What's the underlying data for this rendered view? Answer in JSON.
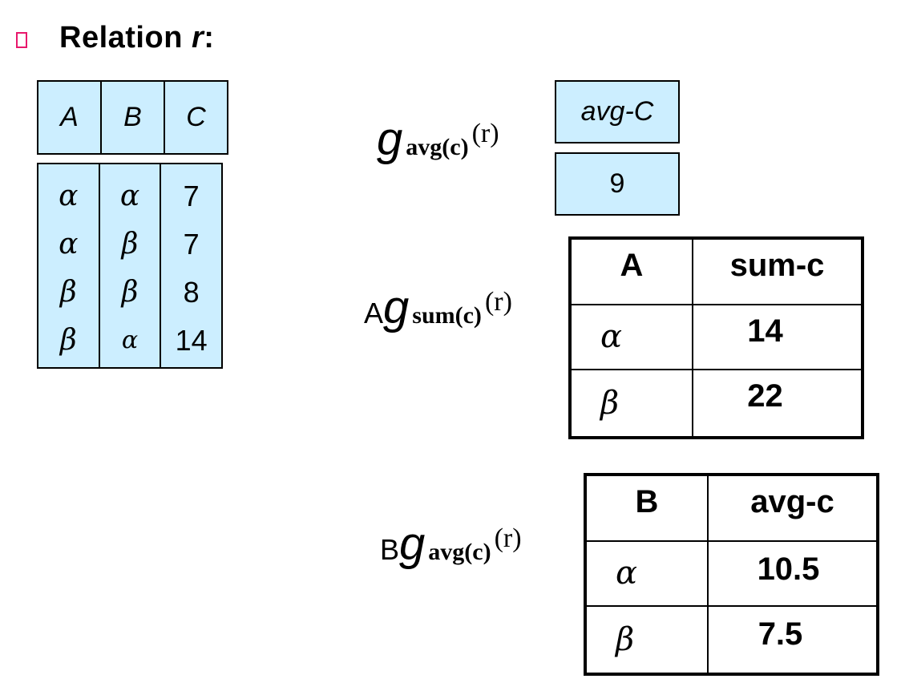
{
  "title": {
    "bullet_icon": "hollow-square-bullet",
    "bullet_color": "#e8186c",
    "label": "Relation",
    "relation_name": "r",
    "colon": ":"
  },
  "relation_r": {
    "fill_color": "#cceeff",
    "columns": [
      "A",
      "B",
      "C"
    ],
    "rows": [
      [
        "α",
        "α",
        "7"
      ],
      [
        "α",
        "β",
        "7"
      ],
      [
        "β",
        "β",
        "8"
      ],
      [
        "β",
        "α",
        "14"
      ]
    ]
  },
  "expr_avg": {
    "group_attr": "",
    "operator": "g",
    "subscript": "avg(c)",
    "argument": "(r)",
    "result": {
      "header": "avg-C",
      "value": "9"
    }
  },
  "expr_sum_by_a": {
    "group_attr": "A",
    "operator": "g",
    "subscript": "sum(c)",
    "argument": "(r)",
    "result": {
      "columns": [
        "A",
        "sum-c"
      ],
      "rows": [
        [
          "α",
          "14"
        ],
        [
          "β",
          "22"
        ]
      ]
    }
  },
  "expr_avg_by_b": {
    "group_attr": "B",
    "operator": "g",
    "subscript": "avg(c)",
    "argument": "(r)",
    "result": {
      "columns": [
        "B",
        "avg-c"
      ],
      "rows": [
        [
          "α",
          "10.5"
        ],
        [
          "β",
          "7.5"
        ]
      ]
    }
  }
}
